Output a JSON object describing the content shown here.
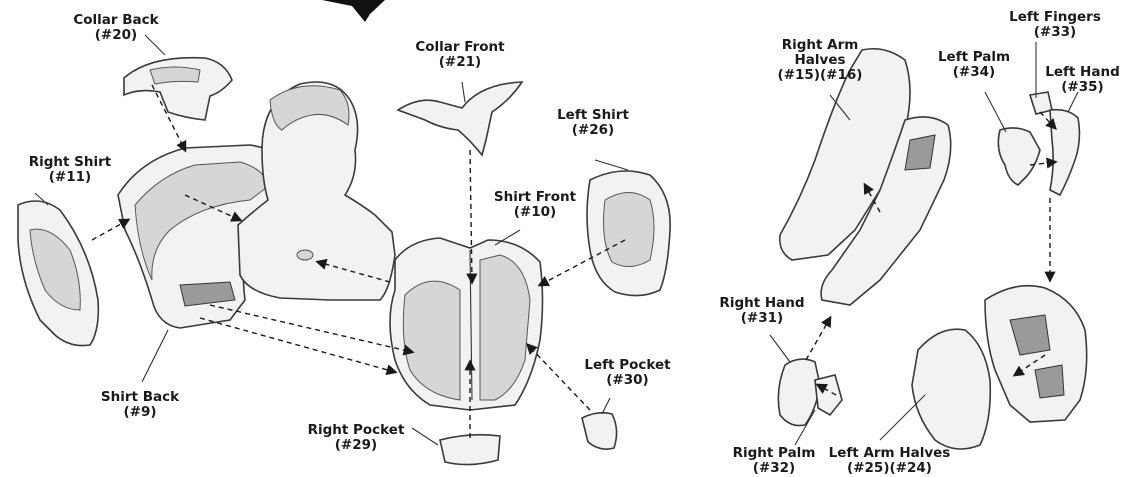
{
  "labels": {
    "collar_back": {
      "name": "Collar Back",
      "num": "(#20)"
    },
    "collar_front": {
      "name": "Collar Front",
      "num": "(#21)"
    },
    "right_shirt": {
      "name": "Right Shirt",
      "num": "(#11)"
    },
    "left_shirt": {
      "name": "Left Shirt",
      "num": "(#26)"
    },
    "shirt_front": {
      "name": "Shirt Front",
      "num": "(#10)"
    },
    "shirt_back": {
      "name": "Shirt Back",
      "num": "(#9)"
    },
    "right_pocket": {
      "name": "Right Pocket",
      "num": "(#29)"
    },
    "left_pocket": {
      "name": "Left Pocket",
      "num": "(#30)"
    },
    "right_arm_halves": {
      "line1": "Right Arm",
      "line2": "Halves",
      "num": "(#15)(#16)"
    },
    "left_fingers": {
      "name": "Left Fingers",
      "num": "(#33)"
    },
    "left_palm": {
      "name": "Left Palm",
      "num": "(#34)"
    },
    "left_hand": {
      "name": "Left Hand",
      "num": "(#35)"
    },
    "right_hand": {
      "name": "Right Hand",
      "num": "(#31)"
    },
    "right_palm": {
      "name": "Right Palm",
      "num": "(#32)"
    },
    "left_arm_halves": {
      "name": "Left Arm Halves",
      "num": "(#25)(#24)"
    }
  }
}
